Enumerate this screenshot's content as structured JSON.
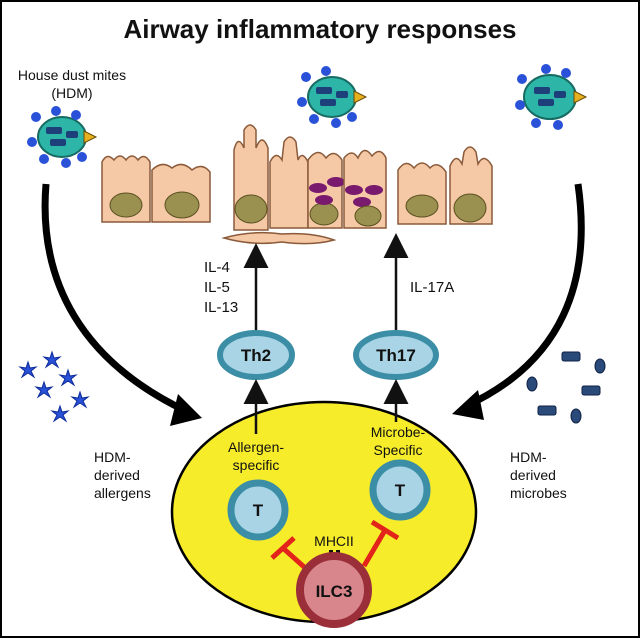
{
  "title": "Airway inflammatory responses",
  "hdm_label_line1": "House dust mites",
  "hdm_label_line2": "(HDM)",
  "left_cytokines": [
    "IL-4",
    "IL-5",
    "IL-13"
  ],
  "right_cytokine": "IL-17A",
  "th2_label": "Th2",
  "th17_label": "Th17",
  "allergen_specific_line1": "Allergen-",
  "allergen_specific_line2": "specific",
  "microbe_specific_line1": "Microbe-",
  "microbe_specific_line2": "Specific",
  "t_cell_label": "T",
  "mhcii_label": "MHCII",
  "ilc3_label": "ILC3",
  "allergens_label": [
    "HDM-",
    "derived",
    "allergens"
  ],
  "microbes_label": [
    "HDM-",
    "derived",
    "microbes"
  ],
  "colors": {
    "epithelium": "#f6c9a6",
    "nucleus": "#9a9050",
    "granule": "#7a1a6e",
    "t_cell_ring": "#3b8ea5",
    "t_cell_fill": "#a8d4e6",
    "ilc3_ring": "#9a2f3a",
    "ilc3_fill": "#d8868c",
    "ellipse": "#f7ec2a",
    "inhibit": "#e2241b",
    "allergen_star": "#2a52d8",
    "microbe": "#2a4a7a",
    "mite": "#2db5a8"
  }
}
